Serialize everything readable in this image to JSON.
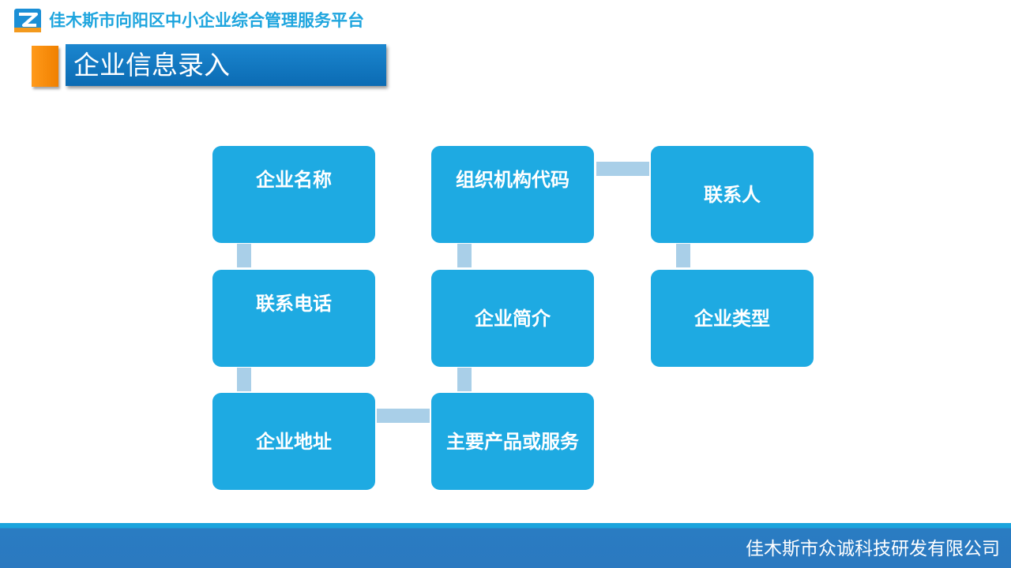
{
  "header": {
    "app_title": "佳木斯市向阳区中小企业综合管理服务平台",
    "logo_icon": "platform-logo-icon"
  },
  "section": {
    "title": "企业信息录入",
    "accent_color": "#f08c00",
    "title_bg_color": "#0f74bd"
  },
  "diagram": {
    "box_color": "#1eaae2",
    "connector_color": "#a9cfe8",
    "nodes": [
      {
        "id": "company-name",
        "label": "企业名称"
      },
      {
        "id": "contact-phone",
        "label": "联系电话"
      },
      {
        "id": "company-address",
        "label": "企业地址"
      },
      {
        "id": "org-code",
        "label": "组织机构代码"
      },
      {
        "id": "company-profile",
        "label": "企业简介"
      },
      {
        "id": "main-products",
        "label": "主要产品或服务"
      },
      {
        "id": "contact-person",
        "label": "联系人"
      },
      {
        "id": "company-type",
        "label": "企业类型"
      }
    ],
    "flow": [
      [
        "company-name",
        "contact-phone"
      ],
      [
        "contact-phone",
        "company-address"
      ],
      [
        "company-address",
        "main-products"
      ],
      [
        "main-products",
        "company-profile"
      ],
      [
        "company-profile",
        "org-code"
      ],
      [
        "org-code",
        "contact-person"
      ],
      [
        "contact-person",
        "company-type"
      ]
    ]
  },
  "footer": {
    "company": "佳木斯市众诚科技研发有限公司",
    "band_color": "#2b79c0"
  }
}
